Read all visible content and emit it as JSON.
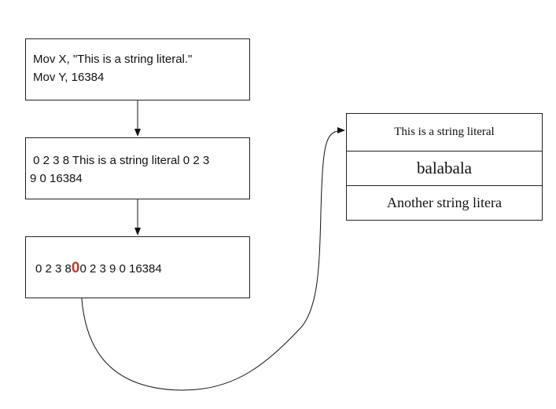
{
  "boxes": {
    "source": {
      "line1": "Mov X, \"This is a string literal.\"",
      "line2": "Mov Y, 16384"
    },
    "stage2": {
      "line1": " 0 2 3 8 This is a string literal 0 2 3",
      "line2": "9 0 16384"
    },
    "stage3": {
      "before": "0 2 3 8",
      "highlight": "0",
      "after": "0 2 3 9 0 16384"
    }
  },
  "string_table": {
    "rows": [
      "This is a string literal",
      "balabala",
      "Another string litera"
    ]
  },
  "colors": {
    "highlight": "#c0392b",
    "border": "#222222"
  }
}
